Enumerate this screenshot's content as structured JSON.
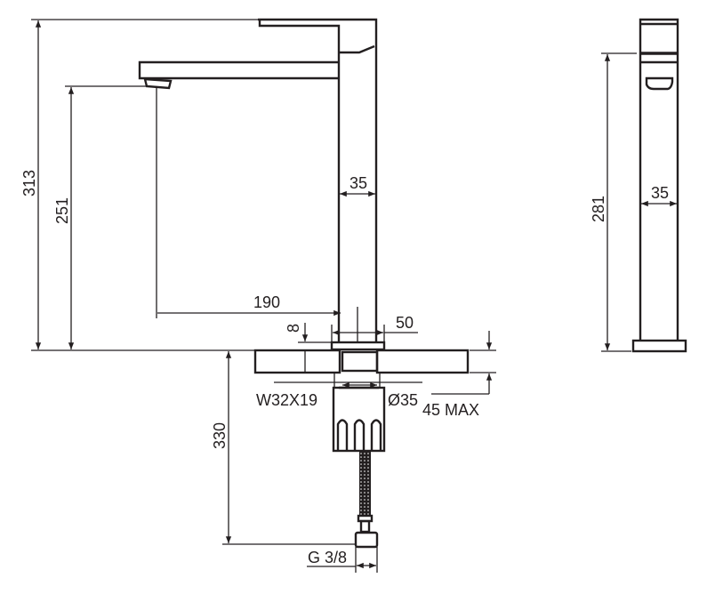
{
  "drawing": {
    "front_view": {
      "overall_height": "313",
      "spout_height": "251",
      "body_width": "35",
      "spout_reach": "190",
      "base_diameter": "50",
      "base_thickness": "8",
      "below_deck_length": "330",
      "shank_thread": "W32X19",
      "hole_diameter": "Ø35",
      "deck_thickness_max": "45 MAX",
      "connection": "G 3/8"
    },
    "side_view": {
      "height": "281",
      "body_width": "35"
    }
  },
  "colors": {
    "line": "#231f20",
    "background": "#ffffff"
  }
}
